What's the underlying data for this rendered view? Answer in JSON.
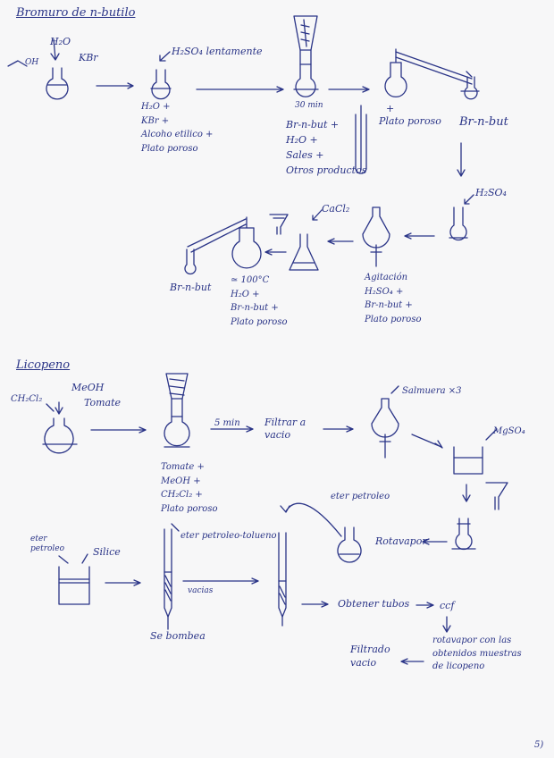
{
  "section1": {
    "title": "Bromuro de n-butilo",
    "reagents": {
      "water": "H₂O",
      "alcohol": "OH",
      "kbr": "KBr"
    },
    "acid_label": "H₂SO₄  lentamente",
    "flask2_contents": "H₂O +\nKBr +\nAlcoho etilico +\nPlato poroso",
    "reflux_time": "30 min",
    "reflux_contents": "Br-n-but +\nH₂O +\nSales +\nOtros productos",
    "distill_plus": "+",
    "distill_residue": "Plato poroso",
    "distill_product": "Br-n-but",
    "acid_label_2": "H₂SO₄",
    "funnel_contents": "Agitación\nH₂SO₄ +\nBr-n-but +\nPlato poroso",
    "drying_agent": "CaCl₂",
    "distill2_contents": "≃ 100°C\nH₂O +\nBr-n-but +\nPlato poroso",
    "final_product": "Br-n-but"
  },
  "section2": {
    "title": "Licopeno",
    "reagent_1": "CH₂Cl₂",
    "reagent_2": "MeOH",
    "reagent_3": "Tomate",
    "reflux_contents": "Tomate +\nMeOH +\nCH₂Cl₂ +\nPlato poroso",
    "time": "5 min",
    "filter_step": "Filtrar a\nvacio",
    "brine_wash": "Salmuera ×3",
    "drying_agent": "MgSO₄",
    "rotavapor_label": "Rotavapor",
    "ether_label": "eter petroleo",
    "ether_toluene": "eter petroleo-tolueno",
    "column_prep_ether": "eter\npetroleo",
    "silica": "Silice",
    "load_label": "vacias",
    "pump_label": "Se bombea",
    "tubes_step": "Obtener tubos",
    "tlc": "ccf",
    "rotavapor_final": "rotavapor con las\nobtenidos muestras\nde licopeno",
    "final_filter": "Filtrado\nvacio"
  },
  "page_number": "5)"
}
